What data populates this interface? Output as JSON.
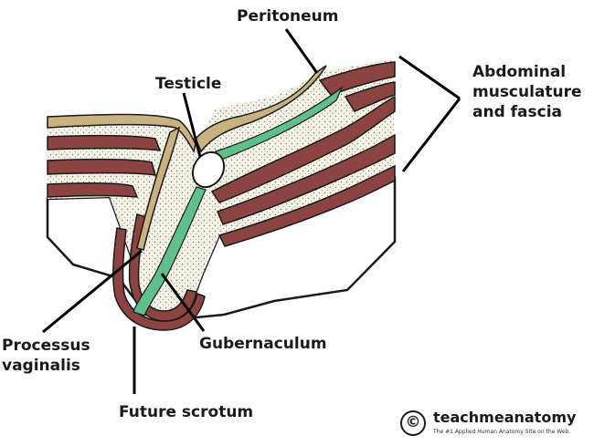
{
  "labels": {
    "peritoneum": "Peritoneum",
    "testicle": "Testicle",
    "abdominal": [
      "Abdominal",
      "musculature",
      "and fascia"
    ],
    "processus": [
      "Processus",
      "vaginalis"
    ],
    "gubernaculum": "Gubernaculum",
    "future_scrotum": "Future scrotum"
  },
  "branding": {
    "name": "teachmeanatomy",
    "tagline": "The #1 Applied Human Anatomy Site on the Web.",
    "symbol": "©"
  },
  "colors": {
    "muscle": "#8b4441",
    "peritoneum": "#c9b27f",
    "gubernaculum": "#5fc08e",
    "stipple": "#f2efe4",
    "outline": "#1a1a1a"
  }
}
